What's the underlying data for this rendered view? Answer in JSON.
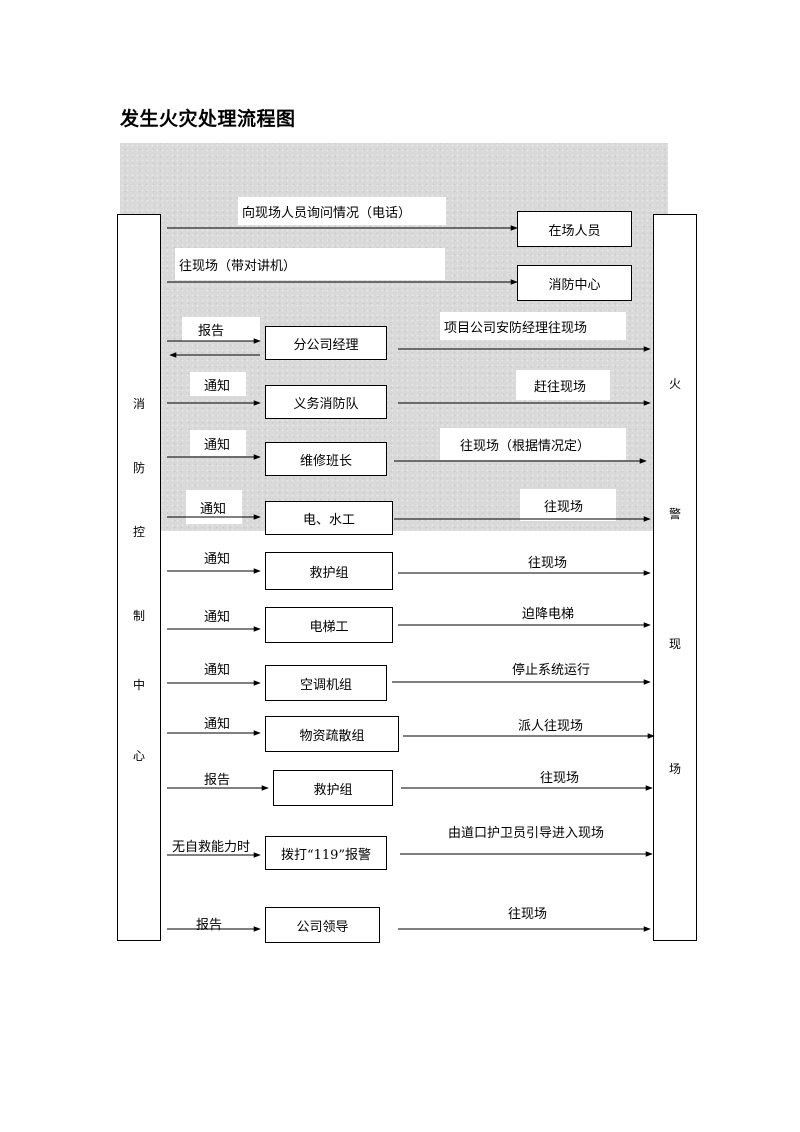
{
  "title": "发生火灾处理流程图",
  "left_column": {
    "chars": [
      "消",
      "防",
      "控",
      "制",
      "中",
      "心"
    ]
  },
  "right_column": {
    "chars": [
      "火",
      "警",
      "现",
      "场"
    ]
  },
  "top_rows": [
    {
      "label": "向现场人员询问情况（电话）",
      "node": "在场人员"
    },
    {
      "label": "往现场（带对讲机）",
      "node": "消防中心"
    }
  ],
  "rows": [
    {
      "left_label": "报告",
      "node": "分公司经理",
      "right_label": "项目公司安防经理往现场"
    },
    {
      "left_label": "通知",
      "node": "义务消防队",
      "right_label": "赶往现场"
    },
    {
      "left_label": "通知",
      "node": "维修班长",
      "right_label": "往现场（根据情况定）"
    },
    {
      "left_label": "通知",
      "node": "电、水工",
      "right_label": "往现场"
    },
    {
      "left_label": "通知",
      "node": "救护组",
      "right_label": "往现场"
    },
    {
      "left_label": "通知",
      "node": "电梯工",
      "right_label": "迫降电梯"
    },
    {
      "left_label": "通知",
      "node": "空调机组",
      "right_label": "停止系统运行"
    },
    {
      "left_label": "通知",
      "node": "物资疏散组",
      "right_label": "派人往现场"
    },
    {
      "left_label": "报告",
      "node": "救护组",
      "right_label": "往现场"
    },
    {
      "left_label": "无自救能力时",
      "node": "拨打“119”报警",
      "right_label": "由道口护卫员引导进入现场"
    },
    {
      "left_label": "报告",
      "node": "公司领导",
      "right_label": "往现场"
    }
  ]
}
